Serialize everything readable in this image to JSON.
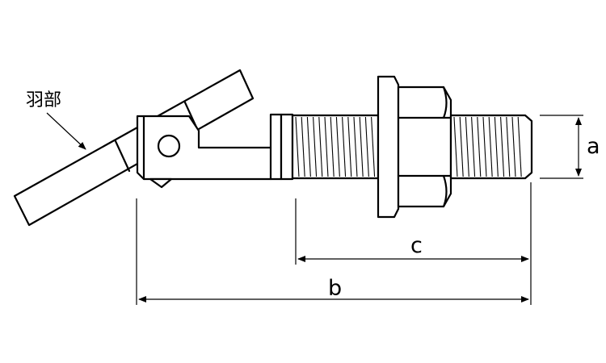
{
  "labels": {
    "wing_part": "羽部",
    "dim_a": "a",
    "dim_b": "b",
    "dim_c": "c"
  }
}
